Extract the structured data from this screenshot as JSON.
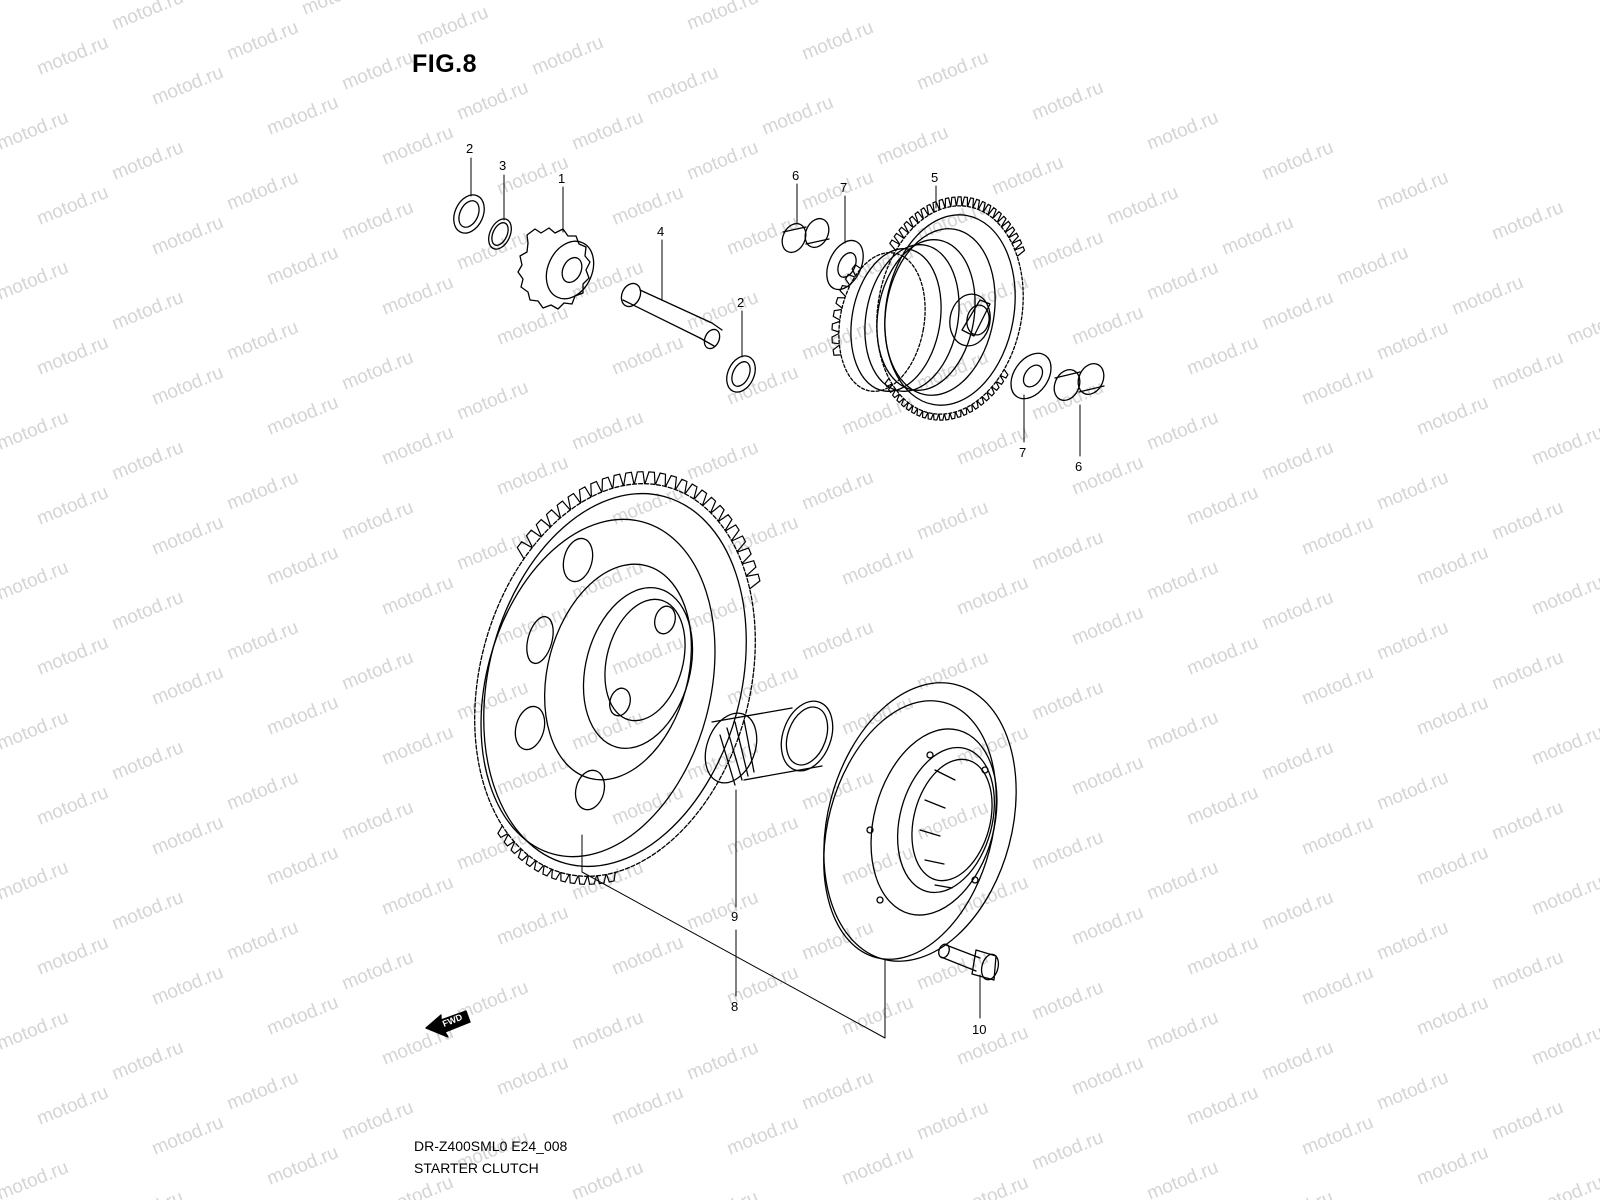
{
  "figure": {
    "title": "FIG.8"
  },
  "footer": {
    "model_code": "DR-Z400SML0 E24_008",
    "caption": "STARTER CLUTCH"
  },
  "watermark": {
    "text": "motod.ru"
  },
  "fwd_arrow": {
    "label": "FWD"
  },
  "callouts": [
    {
      "label": "2"
    },
    {
      "label": "3"
    },
    {
      "label": "1"
    },
    {
      "label": "4"
    },
    {
      "label": "2"
    },
    {
      "label": "6"
    },
    {
      "label": "7"
    },
    {
      "label": "5"
    },
    {
      "label": "7"
    },
    {
      "label": "6"
    },
    {
      "label": "9"
    },
    {
      "label": "8"
    },
    {
      "label": "10"
    }
  ],
  "colors": {
    "line": "#000000",
    "watermark": "#d4d4d4",
    "background": "#ffffff"
  }
}
